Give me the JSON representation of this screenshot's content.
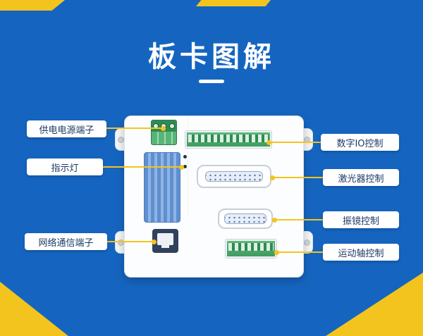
{
  "header": {
    "title": "板卡图解"
  },
  "callouts": {
    "left": [
      {
        "text": "供电电源端子"
      },
      {
        "text": "指示灯"
      },
      {
        "text": "网络通信端子"
      }
    ],
    "right": [
      {
        "text": "数字IO控制"
      },
      {
        "text": "激光器控制"
      },
      {
        "text": "振镜控制"
      },
      {
        "text": "运动轴控制"
      }
    ]
  },
  "colors": {
    "background_blue": "#1565c0",
    "accent_yellow": "#f4c41e",
    "label_text": "#1c3a66",
    "board_white": "#fcfdfe",
    "terminal_green": "#3f9c60",
    "heatsink_blue": "#5e8fd0"
  }
}
